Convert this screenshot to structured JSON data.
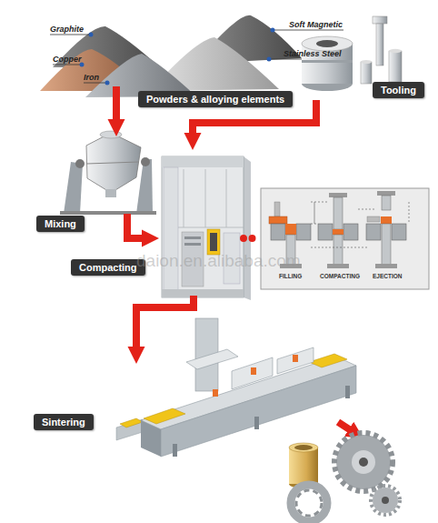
{
  "diagram": {
    "nodes": [
      {
        "text": [
          "Powders & alloying elements"
        ]
      },
      {
        "text": [
          "Tooling"
        ]
      },
      {
        "text": [
          "Mixing"
        ]
      },
      {
        "text": [
          "Compacting"
        ]
      },
      {
        "text": [
          "FILLING",
          "COMPACTING",
          "EJECTION"
        ]
      },
      {
        "text": [
          "Sintering"
        ]
      }
    ],
    "edges": [
      {
        "from": 0,
        "to": 2,
        "arrow": "to"
      },
      {
        "from": 1,
        "to": 3,
        "arrow": "to"
      },
      {
        "from": 2,
        "to": 3,
        "arrow": "to"
      },
      {
        "from": 3,
        "to": 4,
        "arrow": "none"
      },
      {
        "from": 3,
        "to": 5,
        "arrow": "to"
      }
    ],
    "labels": [
      "Graphite",
      "Soft Magnetic",
      "Copper",
      "Stainless Steel",
      "Iron",
      "daion.en.alibaba.com"
    ]
  }
}
